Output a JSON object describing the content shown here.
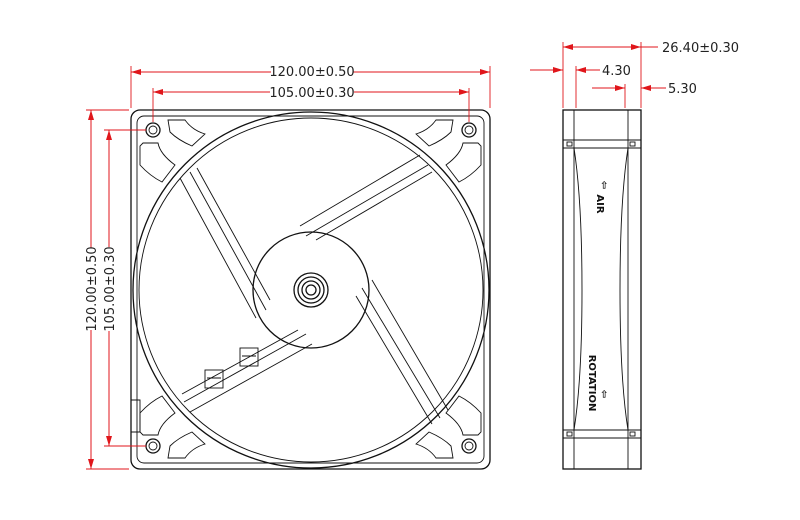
{
  "dimensions": {
    "front_width_overall": "120.00±0.50",
    "front_width_holes": "105.00±0.30",
    "front_height_overall": "120.00±0.50",
    "front_height_holes": "105.00±0.30",
    "side_depth": "26.40±0.30",
    "side_flange_front": "4.30",
    "side_flange_back": "5.30"
  },
  "side_labels": {
    "air": "AIR",
    "air_arrow": "⇦",
    "rotation": "ROTATION",
    "rotation_arrow": "⇦"
  },
  "colors": {
    "dimension_line": "#e0161b",
    "outline": "#111111"
  }
}
